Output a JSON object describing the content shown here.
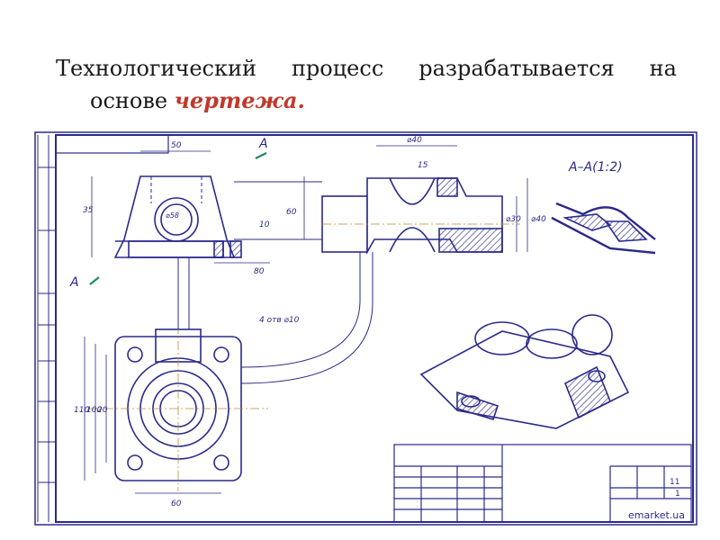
{
  "slide": {
    "line1_words": [
      "Технологический",
      "процесс",
      "разрабатывается",
      "на"
    ],
    "line2_prefix": "основе ",
    "line2_accent": "чертежа."
  },
  "drawing": {
    "section_label": "А–А(1:2)",
    "cut_mark_top": "А",
    "cut_mark_left": "А",
    "dims": {
      "d50": "50",
      "d40": "⌀40",
      "d35": "35",
      "d15": "15",
      "d10": "10",
      "d30": "⌀30",
      "d40b": "⌀40",
      "d80": "80",
      "d60": "60",
      "d4holes": "4 отв ⌀10",
      "d110": "110",
      "d100": "100",
      "d20": "20",
      "d60b": "60",
      "d58": "⌀58"
    },
    "title_block": {
      "sheet_count": "11",
      "sheet": "1"
    },
    "watermark": "emarket.ua",
    "colors": {
      "line": "#2a2a8a",
      "hatch": "#3a3a8f",
      "text": "#1a1a1a",
      "accent": "#c0392b"
    }
  }
}
